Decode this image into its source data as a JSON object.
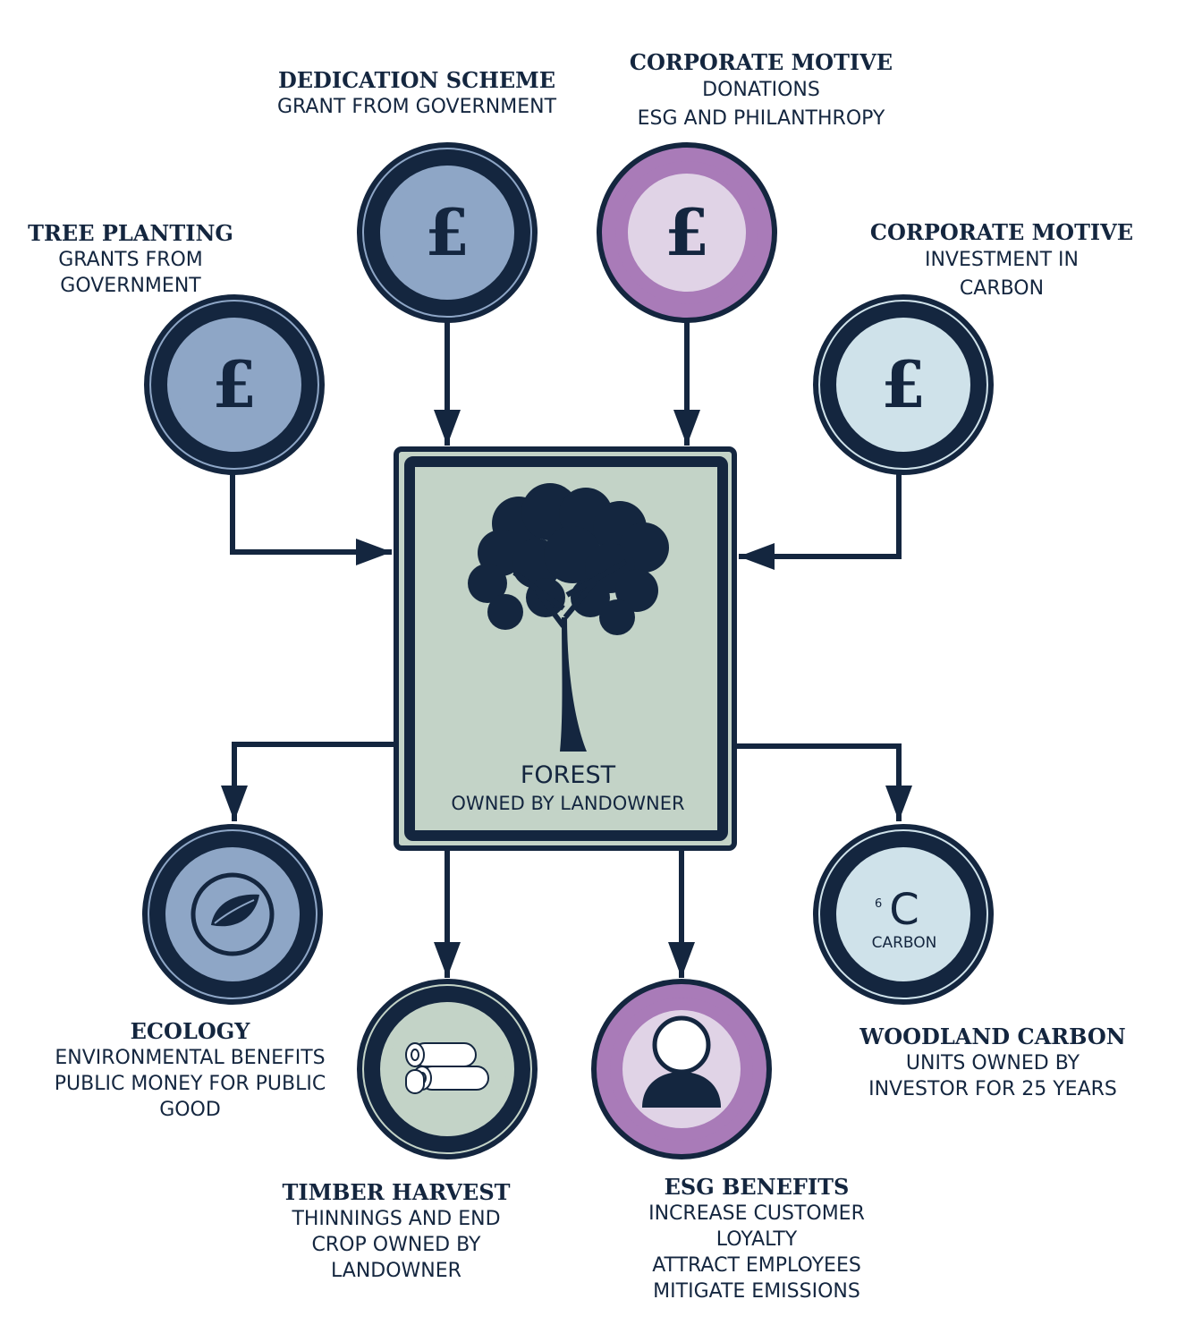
{
  "colors": {
    "navy": "#14263f",
    "blue_fill": "#8ea6c6",
    "blue_ring": "#8ea6c6",
    "pink_fill": "#e0d3e6",
    "pink_ring": "#a97bb8",
    "light_fill": "#cfe2ea",
    "sage_fill": "#c3d3c7",
    "white": "#ffffff"
  },
  "nodes": {
    "tree_planting": {
      "symbol": "£",
      "title": "TREE PLANTING",
      "lines": [
        "GRANTS FROM",
        "GOVERNMENT"
      ]
    },
    "dedication_scheme": {
      "symbol": "£",
      "title": "DEDICATION SCHEME",
      "lines": [
        "GRANT FROM GOVERNMENT"
      ]
    },
    "corporate_donations": {
      "symbol": "£",
      "title": "CORPORATE MOTIVE",
      "lines": [
        "DONATIONS",
        "ESG AND PHILANTHROPY"
      ]
    },
    "corporate_investment": {
      "symbol": "£",
      "title": "CORPORATE MOTIVE",
      "lines": [
        "INVESTMENT IN",
        "CARBON"
      ]
    },
    "forest": {
      "title": "FOREST",
      "subtitle": "OWNED BY LANDOWNER"
    },
    "ecology": {
      "title": "ECOLOGY",
      "lines": [
        "ENVIRONMENTAL BENEFITS",
        "PUBLIC MONEY FOR PUBLIC",
        "GOOD"
      ]
    },
    "timber_harvest": {
      "title": "TIMBER HARVEST",
      "lines": [
        "THINNINGS AND END",
        "CROP OWNED BY",
        "LANDOWNER"
      ]
    },
    "esg_benefits": {
      "title": "ESG BENEFITS",
      "lines": [
        "INCREASE CUSTOMER",
        "LOYALTY",
        "ATTRACT EMPLOYEES",
        "MITIGATE EMISSIONS"
      ]
    },
    "woodland_carbon": {
      "element_number": "6",
      "element_symbol": "C",
      "element_name": "CARBON",
      "title": "WOODLAND CARBON",
      "lines": [
        "UNITS OWNED BY",
        "INVESTOR FOR 25 YEARS"
      ]
    }
  },
  "icons": {
    "coin": "pound-sign-icon",
    "tree": "tree-icon",
    "leaf": "leaf-icon",
    "logs": "logs-icon",
    "person": "person-icon",
    "carbon": "carbon-element-icon"
  }
}
